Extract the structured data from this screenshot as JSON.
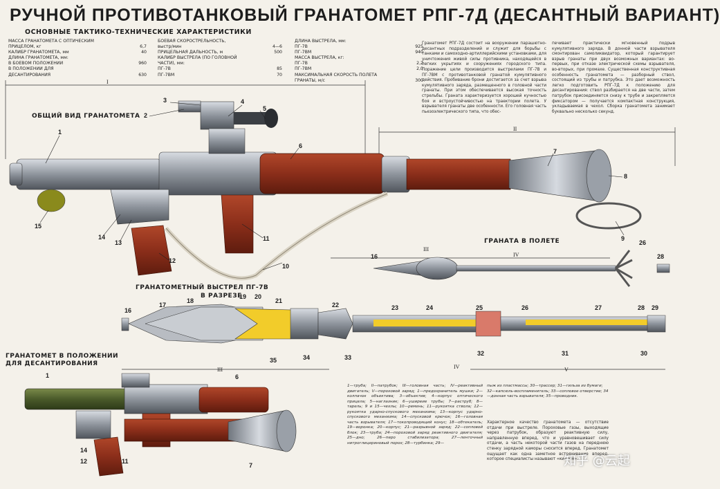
{
  "title": "РУЧНОЙ ПРОТИВОТАНКОВЫЙ ГРАНАТОМЕТ РПГ-7Д (ДЕСАНТНЫЙ ВАРИАНТ)",
  "subtitle": "ОСНОВНЫЕ ТАКТИКО-ТЕХНИЧЕСКИЕ ХАРАКТЕРИСТИКИ",
  "specs": {
    "col1": [
      {
        "label": "МАССА ГРАНАТОМЕТА С ОПТИЧЕСКИМ",
        "value": ""
      },
      {
        "label": "ПРИЦЕЛОМ, кг",
        "value": "6,7"
      },
      {
        "label": "КАЛИБР ГРАНАТОМЕТА, мм",
        "value": "40"
      },
      {
        "label": "ДЛИНА ГРАНАТОМЕТА, мм:",
        "value": ""
      },
      {
        "label": "В БОЕВОМ ПОЛОЖЕНИИ",
        "value": "960"
      },
      {
        "label": "В ПОЛОЖЕНИИ ДЛЯ",
        "value": ""
      },
      {
        "label": "ДЕСАНТИРОВАНИЯ",
        "value": "630"
      }
    ],
    "col2": [
      {
        "label": "БОЕВАЯ СКОРОСТРЕЛЬНОСТЬ,",
        "value": ""
      },
      {
        "label": "выстр/мин",
        "value": "4—6"
      },
      {
        "label": "ПРИЦЕЛЬНАЯ ДАЛЬНОСТЬ, м",
        "value": "500"
      },
      {
        "label": "КАЛИБР ВЫСТРЕЛА (ПО ГОЛОВНОЙ",
        "value": ""
      },
      {
        "label": "ЧАСТИ), мм:",
        "value": ""
      },
      {
        "label": "ПГ-7В",
        "value": "85"
      },
      {
        "label": "ПГ-7ВМ",
        "value": "70"
      }
    ],
    "col3": [
      {
        "label": "ДЛИНА ВЫСТРЕЛА, мм:",
        "value": ""
      },
      {
        "label": "ПГ-7В",
        "value": "925"
      },
      {
        "label": "ПГ-7ВМ",
        "value": "940"
      },
      {
        "label": "МАССА ВЫСТРЕЛА, кг:",
        "value": ""
      },
      {
        "label": "ПГ-7В",
        "value": "2,2"
      },
      {
        "label": "ПГ-7ВМ",
        "value": "2,0"
      },
      {
        "label": "МАКСИМАЛЬНАЯ СКОРОСТЬ ПОЛЕТА",
        "value": ""
      },
      {
        "label": "ГРАНАТЫ, м/с",
        "value": "300"
      }
    ]
  },
  "text": {
    "col_a": "Гранатомет РПГ-7Д состоит на вооружении парашютно-десантных подразделений и служит для борьбы с танками и самоходно-артиллерийскими установками, для уничтожения живой силы противника, находящейся в легких укрытиях и сооружениях городского типа. Поражение цели производится выстрелами ПГ-7В и ПГ-7ВМ с противотанковой гранатой кумулятивного действия. Пробивание брони достигается за счет взрыва кумулятивного заряда, размещенного в головной части гранаты. При этом обеспечивается высокая точность стрельбы. Граната характеризуется хорошей кучностью боя и встроустойчивостью на траектории полета. У взрывателя гранаты две особенности. Его головная часть пьезоэлектрического типа, что обес-",
    "col_b": "печивает практически мгновенный подрыв кумулятивного заряда. В донной части взрывателя смонтирован самоликвидатор, который гарантирует взрыв гранаты при двух возможных вариантах: во-первых, при отказе электрической схемы взрывателя, во-вторых, при промахе. Существенная конструктивная особенность гранатомета — разборный ствол, состоящий из трубы и патрубка. Это дает возможность легко подготовить РПГ-7Д к положению для десантирования: ствол разбирается на две части, затем патрубок присоединяется снизу к трубе и закрепляется фиксатором — получается компактная конструкция, укладываемая в чехол. Сборка гранатомета занимает буквально несколько секунд.",
    "col_c": "Характерное качество гранатомета — отсутствие отдачи при выстреле. Пороховые газы, выходящие через патрубок, образуют реактивную силу, направленную вперед, что и уравновешивает силу отдачи, а часть некоторой части газов на переднюю стенку зарядной каморы сносится вперед. Гранатомет ощущает как одна заметное встряхивание вперед, которое специалисты называют «кивком»."
  },
  "captions": {
    "general_view": "ОБЩИЙ ВИД ГРАНАТОМЕТА",
    "grenade_flight": "ГРАНАТА В ПОЛЕТЕ",
    "round_section_1": "ГРАНАТОМЕТНЫЙ ВЫСТРЕЛ ПГ-7В",
    "round_section_2": "В РАЗРЕЗЕ",
    "landing_1": "ГРАНАТОМЕТ В ПОЛОЖЕНИИ",
    "landing_2": "ДЛЯ ДЕСАНТИРОВАНИЯ"
  },
  "legend": {
    "part1": "1—труба; II—патрубок; III—головная часть; IV—реактивный двигатель; V—пороховой заряд; 1—предохранитель мушки; 2—колпачок объектива; 3—объектив; 4—корпус оптического прицела; 5—наглазник; 6—уширеие трубы; 7—раструб; 8—тарель; 9 и 15—чехлы; 10—ремень; 11—рукоятка ствола; 12—рукоятка ударно-спускового механизма; 13—корпус ударно-спускового механизма; 14—спусковой крючок; 16—головная часть взрывателя; 17—токопроводящий конус; 18—обтекатель; 19—воронка; 20—корпус; 21—разрывной заряд; 22—сопловой блок; 23—труба; 24—пороховой заряд реактивного двигателя; 25—дно; 26—перо стабилизатора; 27—ленточный нитроглицериновый порох; 28—турбинка; 29—",
    "part2": "пыж из пластмассы; 30—трассер; 31—гильза из бумаги; 32—капсюль-воспламенитель; 33—сопловое отверстие; 34—донная часть взрывателя; 35—проводник."
  },
  "roman_labels": [
    "I",
    "II",
    "III",
    "IV",
    "V"
  ],
  "part_numbers": [
    "1",
    "2",
    "3",
    "4",
    "5",
    "6",
    "7",
    "8",
    "9",
    "10",
    "11",
    "12",
    "13",
    "14",
    "15",
    "16",
    "17",
    "18",
    "19",
    "20",
    "21",
    "22",
    "23",
    "24",
    "25",
    "26",
    "27",
    "28",
    "29",
    "30",
    "31",
    "32",
    "33",
    "34",
    "35"
  ],
  "watermark": "知乎 @云起",
  "colors": {
    "background": "#f4f1ea",
    "wood": "#8b2e1a",
    "steel": "#9aa0a8",
    "olive": "#4a5a2a",
    "powder_yellow": "#f2cc2a"
  }
}
